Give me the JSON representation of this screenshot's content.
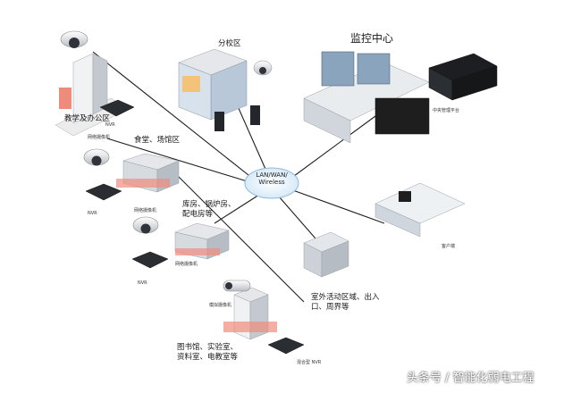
{
  "hub": {
    "label": "LAN/WAN/\nWireless"
  },
  "sites": {
    "teaching": {
      "label": "教学及办公区",
      "camera_tag": "网络摄像机",
      "nvr_tag": "NVR"
    },
    "branch": {
      "label": "分校区"
    },
    "canteen": {
      "label": "食堂、场馆区",
      "camera_tag": "网络摄像机",
      "nvr_tag": "NVR"
    },
    "warehouse": {
      "label": "库房、锅炉房、\n配电房等",
      "camera_tag": "网络摄像机",
      "nvr_tag": "NVR"
    },
    "library": {
      "label": "图书馆、实验室、\n资料室、电教室等",
      "camera_tag": "模拟摄像机",
      "nvr_tag": "混合型 NVR"
    },
    "outdoor": {
      "label": "室外活动区域、出入\n口、周界等"
    },
    "monitor_center": {
      "label": "监控中心",
      "platform_tag": "中央管理平台"
    },
    "client": {
      "label": "客户端"
    }
  },
  "watermark": "头条号 / 智能化弱电工程",
  "colors": {
    "line": "#1e1e1e",
    "building": "#dfe3e8",
    "hub": "#e6f2fb"
  }
}
